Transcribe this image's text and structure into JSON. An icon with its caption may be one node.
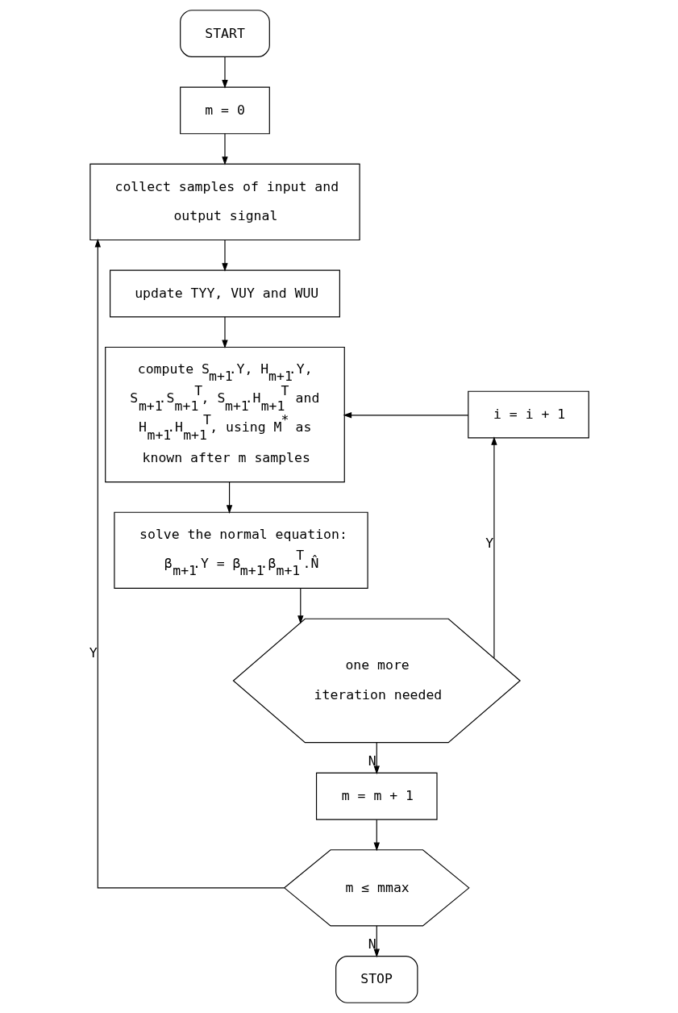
{
  "diagram": {
    "nodes": [
      {
        "text": [
          "START"
        ]
      },
      {
        "text": [
          "m = 0"
        ]
      },
      {
        "text": [
          "collect samples of input and output signal"
        ]
      },
      {
        "text": [
          "update TYY, VUY and WUU"
        ]
      },
      {
        "text": [
          "compute S$_{m+1}$.Y, H$_{m+1}$.Y, S$_{m+1}$.S$_{m+1}$$^{T}$, S$_{m+1}$.H$_{m+1}$$^{T}$ and H$_{m+1}$.H$_{m+1}$$^{T}$, using M$^{*}$ as known after m samples"
        ]
      },
      {
        "text": [
          "solve the normal equation: β$_{m+1}$.Y = β$_{m+1}$.β$_{m+1}$$^{T}$.N̂"
        ]
      },
      {
        "text": [
          "one more iteration needed"
        ]
      },
      {
        "text": [
          "i = i + 1"
        ]
      },
      {
        "text": [
          "m = m + 1"
        ]
      },
      {
        "text": [
          "m ≤ mmax"
        ]
      },
      {
        "text": [
          "STOP"
        ]
      }
    ],
    "edges": [
      {
        "from": 0,
        "to": 1,
        "arrow": "to"
      },
      {
        "from": 1,
        "to": 2,
        "arrow": "to"
      },
      {
        "from": 2,
        "to": 3,
        "arrow": "to"
      },
      {
        "from": 3,
        "to": 4,
        "arrow": "to"
      },
      {
        "from": 4,
        "to": 5,
        "arrow": "to"
      },
      {
        "from": 5,
        "to": 6,
        "arrow": "to"
      },
      {
        "from": 6,
        "to": 7,
        "arrow": "to",
        "label": "Y"
      },
      {
        "from": 7,
        "to": 4,
        "arrow": "to"
      },
      {
        "from": 6,
        "to": 8,
        "arrow": "to",
        "label": "N"
      },
      {
        "from": 8,
        "to": 9,
        "arrow": "to"
      },
      {
        "from": 9,
        "to": 10,
        "arrow": "to",
        "label": "N"
      },
      {
        "from": 9,
        "to": 2,
        "arrow": "to",
        "label": "Y"
      }
    ]
  }
}
